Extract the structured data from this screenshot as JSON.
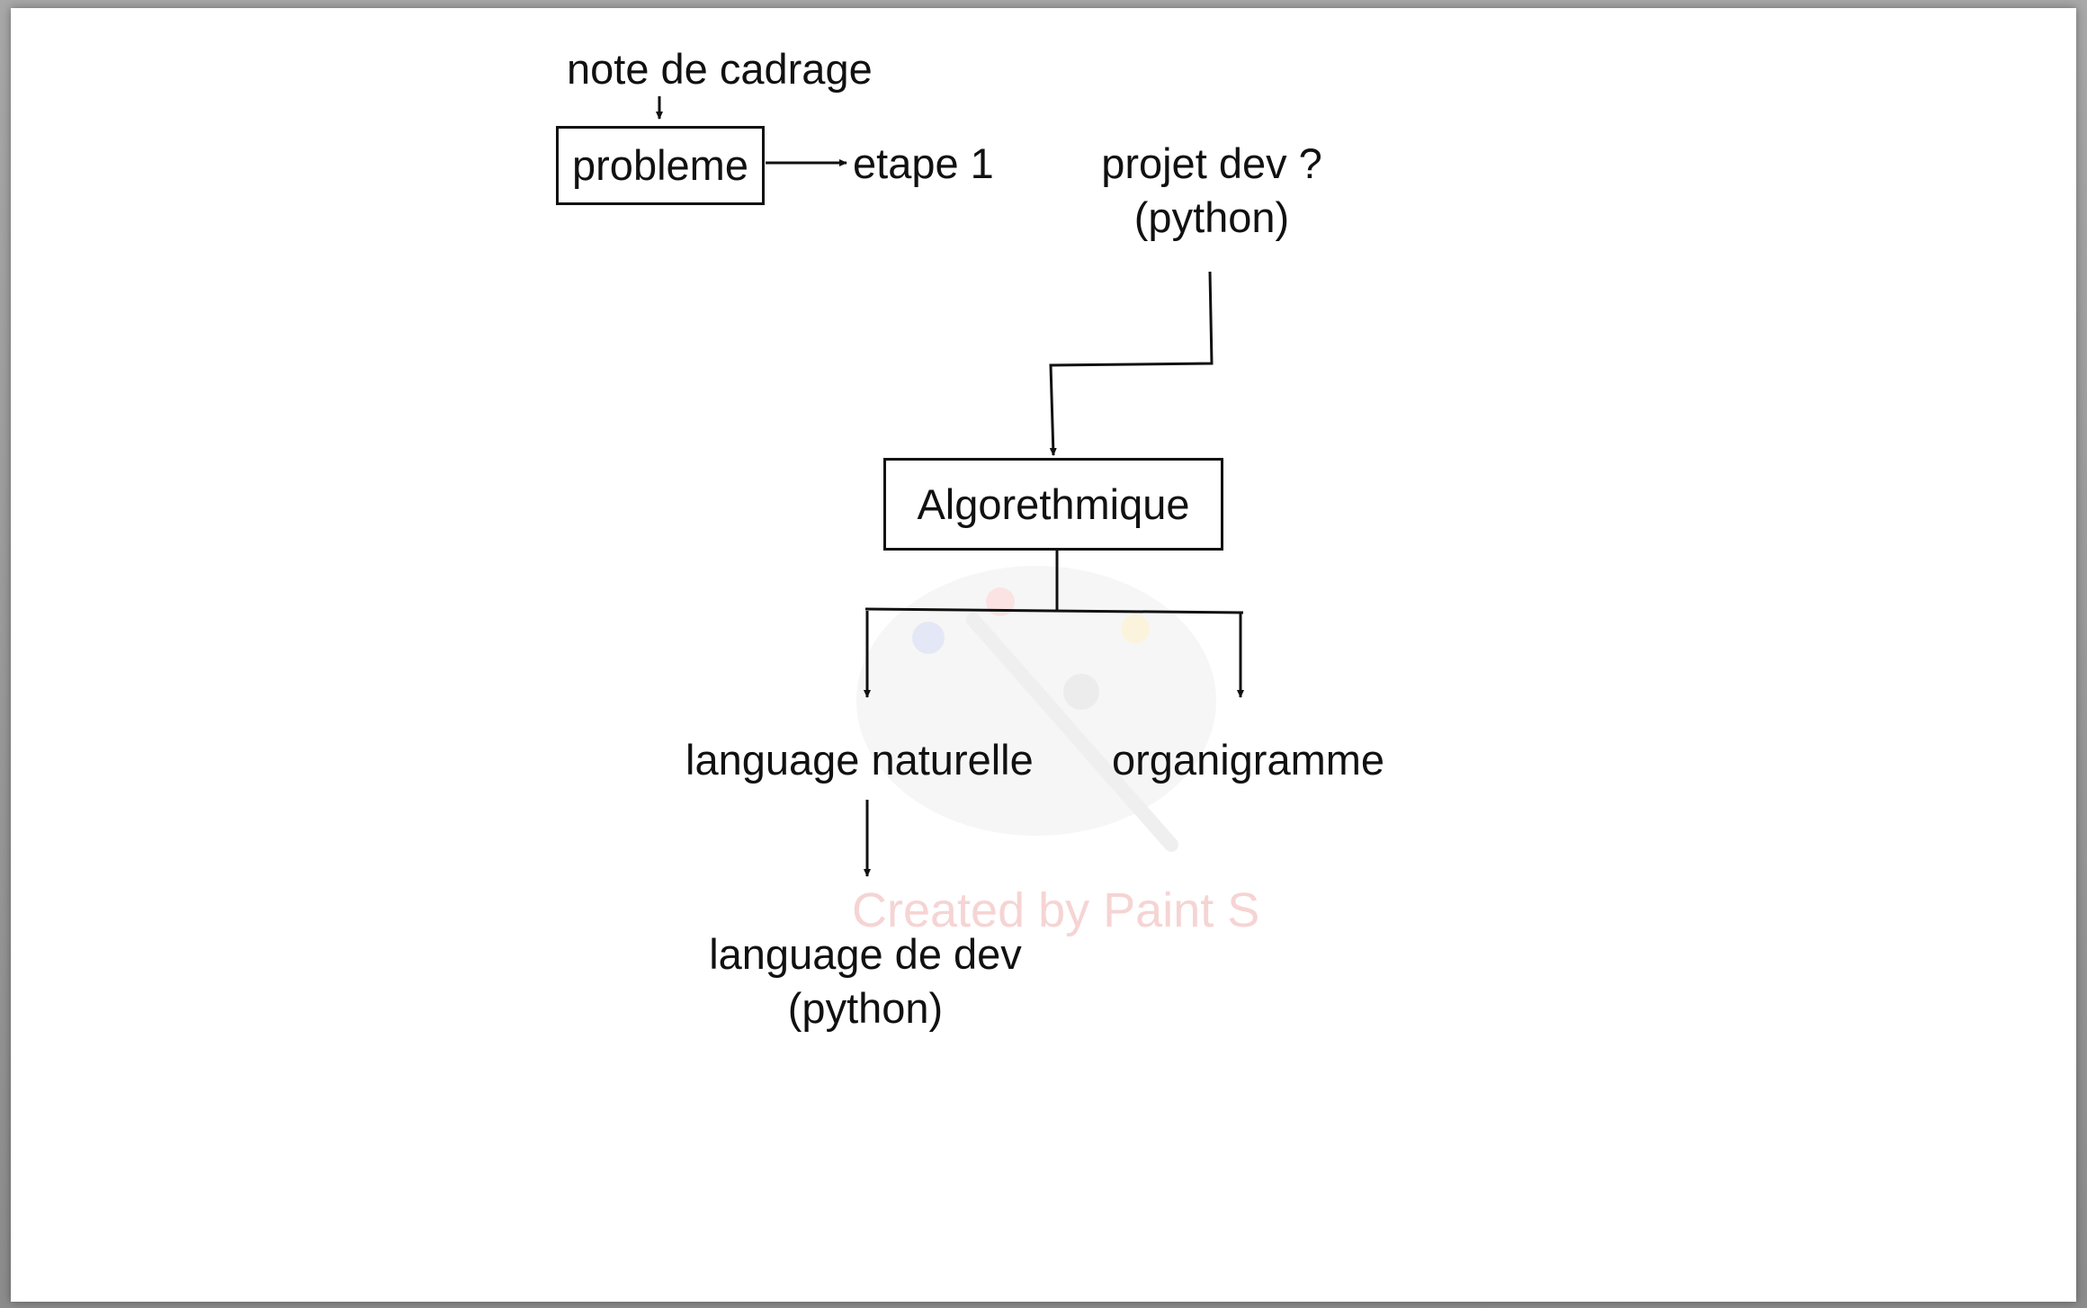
{
  "diagram": {
    "nodes": {
      "note_de_cadrage": "note de cadrage",
      "probleme": "probleme",
      "etape_1": "etape 1",
      "projet_dev_line1": "projet dev ?",
      "projet_dev_line2": "(python)",
      "algorethmique": "Algorethmique",
      "language_naturelle": "language naturelle",
      "organigramme": "organigramme",
      "language_de_dev_line1": "language de dev",
      "language_de_dev_line2": "(python)"
    },
    "edges": [
      {
        "from": "note de cadrage",
        "to": "probleme"
      },
      {
        "from": "probleme",
        "to": "etape 1"
      },
      {
        "from": "projet dev ? (python)",
        "to": "Algorethmique"
      },
      {
        "from": "Algorethmique",
        "to": "language naturelle"
      },
      {
        "from": "Algorethmique",
        "to": "organigramme"
      },
      {
        "from": "language naturelle",
        "to": "language de dev (python)"
      }
    ]
  },
  "watermark": {
    "text": "Created by Paint S",
    "icon": "paint-palette-icon"
  },
  "colors": {
    "ink": "#111111",
    "paper": "#ffffff",
    "watermark": "#f6d4d4"
  }
}
